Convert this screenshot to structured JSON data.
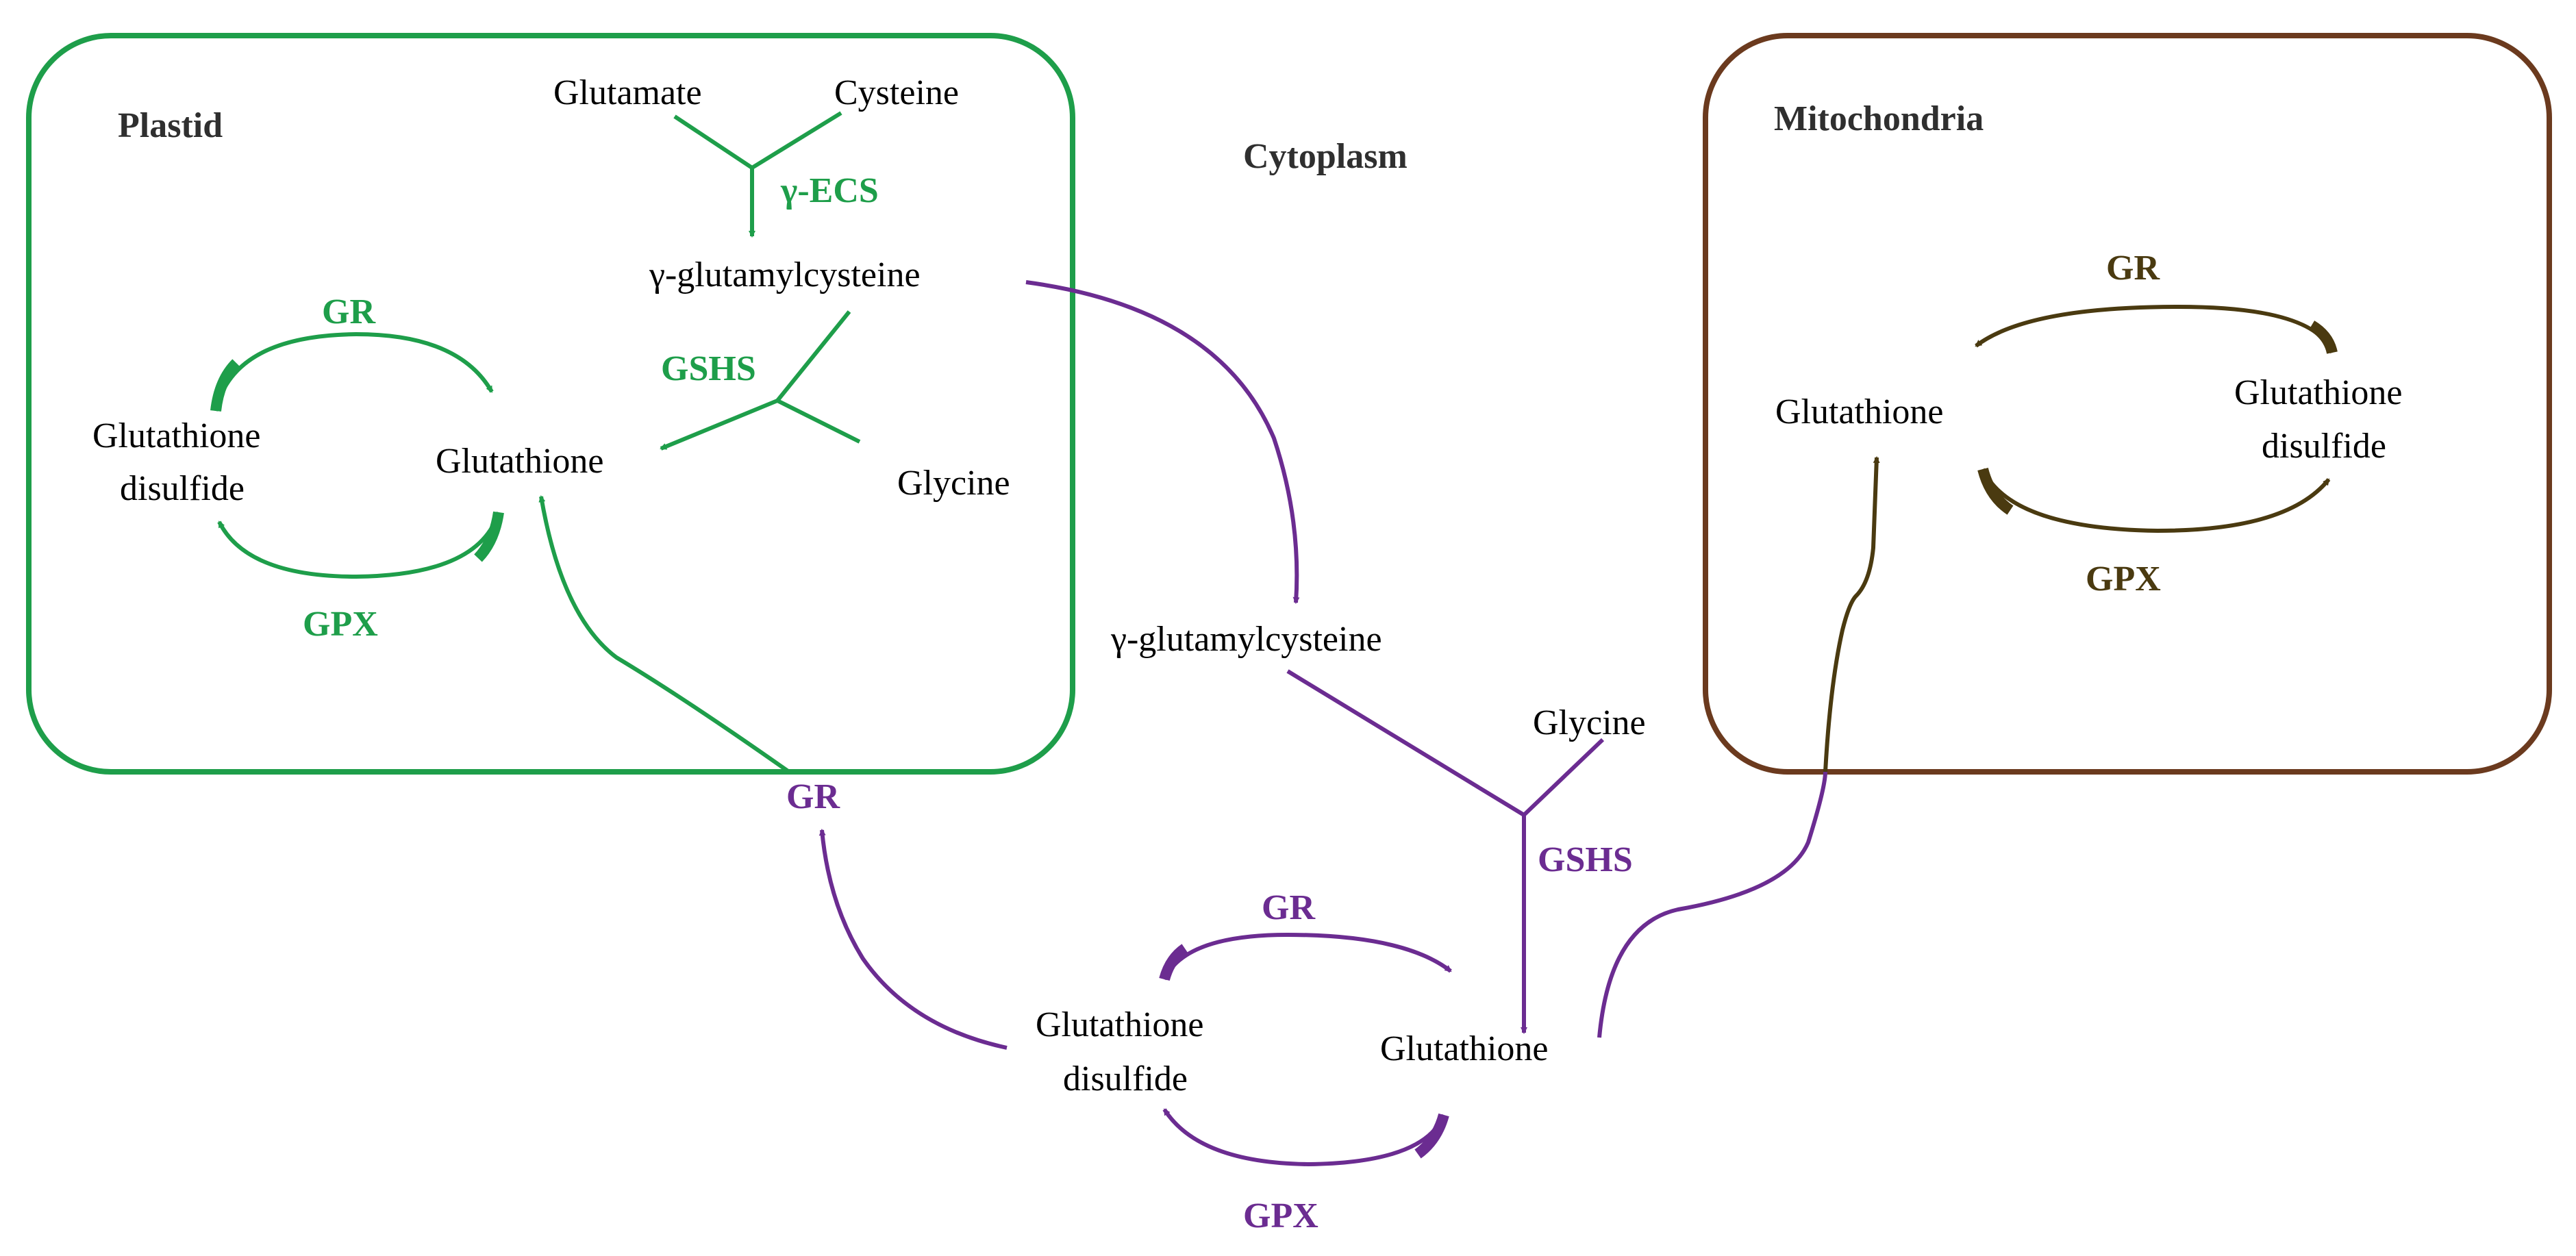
{
  "colors": {
    "plastid": "#1e9e4a",
    "cytoplasm": "#6b2c91",
    "mitochondria_box": "#6b3a1e",
    "mitochondria_arrows": "#4a3a10"
  },
  "regions": {
    "plastid": "Plastid",
    "cytoplasm": "Cytoplasm",
    "mitochondria": "Mitochondria"
  },
  "plastid": {
    "glutamate": "Glutamate",
    "cysteine": "Cysteine",
    "gamma_ecs": "γ-ECS",
    "gamma_glutamylcysteine": "γ-glutamylcysteine",
    "gshs": "GSHS",
    "glycine": "Glycine",
    "glutathione": "Glutathione",
    "gssg_line1": "Glutathione",
    "gssg_line2": "disulfide",
    "gr": "GR",
    "gpx": "GPX"
  },
  "cytoplasm": {
    "gamma_glutamylcysteine": "γ-glutamylcysteine",
    "glycine": "Glycine",
    "gshs": "GSHS",
    "glutathione": "Glutathione",
    "gssg_line1": "Glutathione",
    "gssg_line2": "disulfide",
    "gr": "GR",
    "gpx": "GPX",
    "gr_to_plastid": "GR"
  },
  "mitochondria": {
    "glutathione": "Glutathione",
    "gssg_line1": "Glutathione",
    "gssg_line2": "disulfide",
    "gr": "GR",
    "gpx": "GPX"
  }
}
